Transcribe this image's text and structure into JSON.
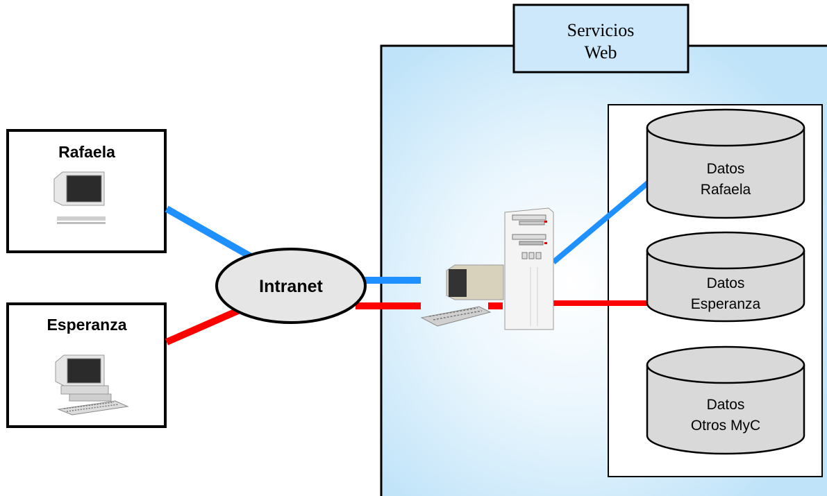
{
  "colors": {
    "blue_link": "#1e90ff",
    "red_link": "#ff0000",
    "panel_bg": "#cfe9fb",
    "title_box_bg": "#cde8fb",
    "ellipse_fill": "#e6e6e6"
  },
  "clients": {
    "rafaela": {
      "label": "Rafaela",
      "icon": "monitor-icon"
    },
    "esperanza": {
      "label": "Esperanza",
      "icon": "desktop-computer-icon"
    }
  },
  "network": {
    "label": "Intranet"
  },
  "web_services": {
    "title_line1": "Servicios",
    "title_line2": "Web",
    "server_icon": "server-tower-icon",
    "workstation_icon": "computer-with-keyboard-icon"
  },
  "databases": [
    {
      "line1": "Datos",
      "line2": "Rafaela"
    },
    {
      "line1": "Datos",
      "line2": "Esperanza"
    },
    {
      "line1": "Datos",
      "line2": "Otros MyC"
    }
  ]
}
